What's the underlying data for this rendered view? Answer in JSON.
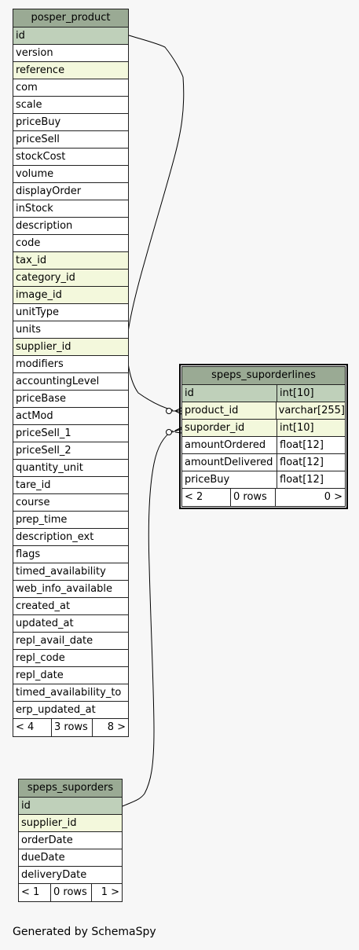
{
  "tables": {
    "product": {
      "name": "posper_product",
      "columns": [
        {
          "name": "id",
          "kind": "pk"
        },
        {
          "name": "version",
          "kind": ""
        },
        {
          "name": "reference",
          "kind": "fk"
        },
        {
          "name": "com",
          "kind": ""
        },
        {
          "name": "scale",
          "kind": ""
        },
        {
          "name": "priceBuy",
          "kind": ""
        },
        {
          "name": "priceSell",
          "kind": ""
        },
        {
          "name": "stockCost",
          "kind": ""
        },
        {
          "name": "volume",
          "kind": ""
        },
        {
          "name": "displayOrder",
          "kind": ""
        },
        {
          "name": "inStock",
          "kind": ""
        },
        {
          "name": "description",
          "kind": ""
        },
        {
          "name": "code",
          "kind": ""
        },
        {
          "name": "tax_id",
          "kind": "fk"
        },
        {
          "name": "category_id",
          "kind": "fk"
        },
        {
          "name": "image_id",
          "kind": "fk"
        },
        {
          "name": "unitType",
          "kind": ""
        },
        {
          "name": "units",
          "kind": ""
        },
        {
          "name": "supplier_id",
          "kind": "fk"
        },
        {
          "name": "modifiers",
          "kind": ""
        },
        {
          "name": "accountingLevel",
          "kind": ""
        },
        {
          "name": "priceBase",
          "kind": ""
        },
        {
          "name": "actMod",
          "kind": ""
        },
        {
          "name": "priceSell_1",
          "kind": ""
        },
        {
          "name": "priceSell_2",
          "kind": ""
        },
        {
          "name": "quantity_unit",
          "kind": ""
        },
        {
          "name": "tare_id",
          "kind": ""
        },
        {
          "name": "course",
          "kind": ""
        },
        {
          "name": "prep_time",
          "kind": ""
        },
        {
          "name": "description_ext",
          "kind": ""
        },
        {
          "name": "flags",
          "kind": ""
        },
        {
          "name": "timed_availability",
          "kind": ""
        },
        {
          "name": "web_info_available",
          "kind": ""
        },
        {
          "name": "created_at",
          "kind": ""
        },
        {
          "name": "updated_at",
          "kind": ""
        },
        {
          "name": "repl_avail_date",
          "kind": ""
        },
        {
          "name": "repl_code",
          "kind": ""
        },
        {
          "name": "repl_date",
          "kind": ""
        },
        {
          "name": "timed_availability_to",
          "kind": ""
        },
        {
          "name": "erp_updated_at",
          "kind": ""
        }
      ],
      "footer": {
        "parents": "< 4",
        "rows": "3 rows",
        "children": "8 >"
      }
    },
    "suporderlines": {
      "name": "speps_suporderlines",
      "columns": [
        {
          "name": "id",
          "type": "int[10]",
          "kind": "pk"
        },
        {
          "name": "product_id",
          "type": "varchar[255]",
          "kind": "fk"
        },
        {
          "name": "suporder_id",
          "type": "int[10]",
          "kind": "fk"
        },
        {
          "name": "amountOrdered",
          "type": "float[12]",
          "kind": ""
        },
        {
          "name": "amountDelivered",
          "type": "float[12]",
          "kind": ""
        },
        {
          "name": "priceBuy",
          "type": "float[12]",
          "kind": ""
        }
      ],
      "footer": {
        "parents": "< 2",
        "rows": "0 rows",
        "children": "0 >"
      }
    },
    "suporders": {
      "name": "speps_suporders",
      "columns": [
        {
          "name": "id",
          "kind": "pk"
        },
        {
          "name": "supplier_id",
          "kind": "fk"
        },
        {
          "name": "orderDate",
          "kind": ""
        },
        {
          "name": "dueDate",
          "kind": ""
        },
        {
          "name": "deliveryDate",
          "kind": ""
        }
      ],
      "footer": {
        "parents": "< 1",
        "rows": "0 rows",
        "children": "1 >"
      }
    }
  },
  "relationships": [
    {
      "from": "speps_suporderlines.product_id",
      "to": "posper_product.id"
    },
    {
      "from": "speps_suporderlines.suporder_id",
      "to": "speps_suporders.id"
    }
  ],
  "credit": "Generated by SchemaSpy"
}
